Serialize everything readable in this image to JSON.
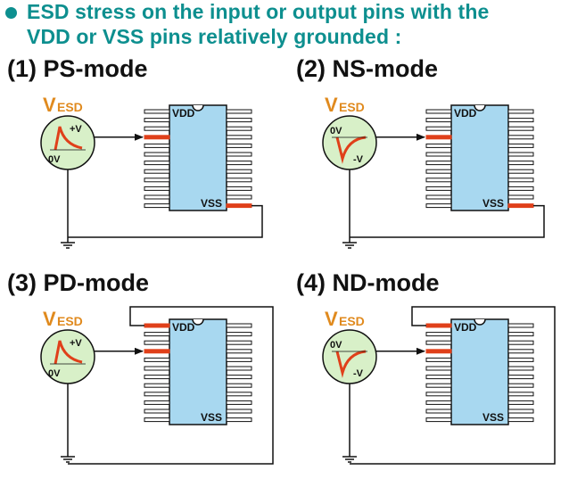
{
  "header": {
    "line1": "ESD stress on the input or output pins with the",
    "line2": "VDD or VSS pins relatively grounded :"
  },
  "colors": {
    "header_text": "#0d8f8f",
    "chip_fill": "#a8d8f0",
    "source_fill": "#d8f0c8",
    "stressed_pin": "#e0401a",
    "waveform": "#e0401a",
    "vesd_label": "#e08a1e"
  },
  "modes": [
    {
      "id": "ps",
      "title": "(1) PS-mode",
      "source": {
        "v": "V",
        "sub": "ESD",
        "top_volt": "+V",
        "bottom_volt": "0V",
        "polarity": "positive"
      },
      "vdd_label": "VDD",
      "vss_label": "VSS",
      "grounded_pin": "VSS"
    },
    {
      "id": "ns",
      "title": "(2) NS-mode",
      "source": {
        "v": "V",
        "sub": "ESD",
        "top_volt": "0V",
        "bottom_volt": "-V",
        "polarity": "negative"
      },
      "vdd_label": "VDD",
      "vss_label": "VSS",
      "grounded_pin": "VSS"
    },
    {
      "id": "pd",
      "title": "(3) PD-mode",
      "source": {
        "v": "V",
        "sub": "ESD",
        "top_volt": "+V",
        "bottom_volt": "0V",
        "polarity": "positive"
      },
      "vdd_label": "VDD",
      "vss_label": "VSS",
      "grounded_pin": "VDD"
    },
    {
      "id": "nd",
      "title": "(4) ND-mode",
      "source": {
        "v": "V",
        "sub": "ESD",
        "top_volt": "0V",
        "bottom_volt": "-V",
        "polarity": "negative"
      },
      "vdd_label": "VDD",
      "vss_label": "VSS",
      "grounded_pin": "VDD"
    }
  ]
}
